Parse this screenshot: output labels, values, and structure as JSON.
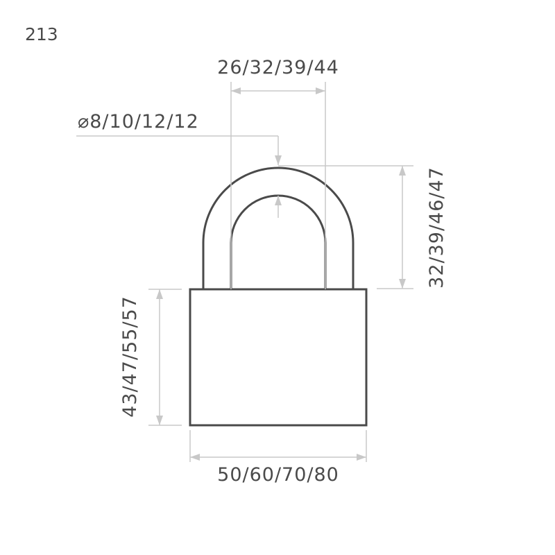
{
  "model_number": "213",
  "dimensions": {
    "shackle_inner_width": "26/32/39/44",
    "shackle_diameter": "⌀8/10/12/12",
    "shackle_height": "32/39/46/47",
    "body_height": "43/47/55/57",
    "body_width": "50/60/70/80"
  },
  "colors": {
    "outline": "#4a4a4a",
    "dimension_lines": "#c8c8c8"
  }
}
